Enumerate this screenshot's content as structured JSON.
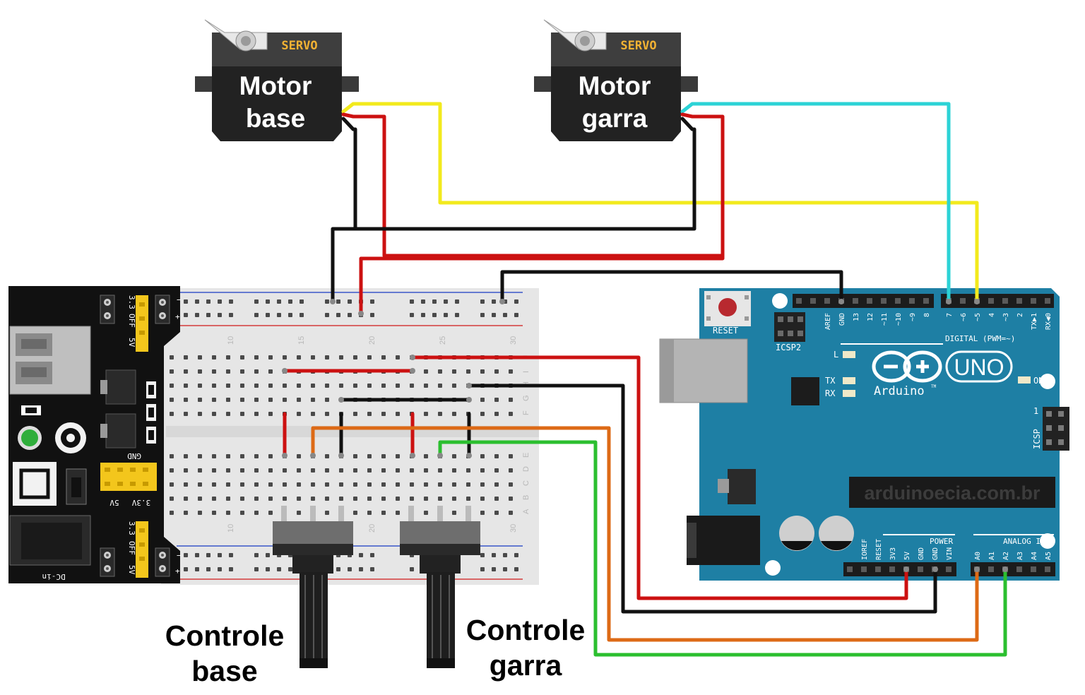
{
  "servos": {
    "base": {
      "badge": "SERVO",
      "line1": "Motor",
      "line2": "base"
    },
    "garra": {
      "badge": "SERVO",
      "line1": "Motor",
      "line2": "garra"
    }
  },
  "pots": {
    "base": {
      "line1": "Controle",
      "line2": "base"
    },
    "garra": {
      "line1": "Controle",
      "line2": "garra"
    }
  },
  "arduino": {
    "reset": "RESET",
    "icsp2": "ICSP2",
    "icsp": "ICSP",
    "icsp_pin1": "1",
    "led_l": "L",
    "led_tx": "TX",
    "led_rx": "RX",
    "led_on": "ON",
    "brand": "Arduino",
    "tm": "TM",
    "model": "UNO",
    "digital_label": "DIGITAL (PWM=~)",
    "digital_pins": [
      "AREF",
      "GND",
      "13",
      "12",
      "~11",
      "~10",
      "~9",
      "8",
      "7",
      "~6",
      "~5",
      "4",
      "~3",
      "2",
      "TX▶1",
      "RX◀0"
    ],
    "watermark": "arduinoecia.com.br",
    "power_label": "POWER",
    "power_pins": [
      "IOREF",
      "RESET",
      "3V3",
      "5V",
      "GND",
      "GND",
      "VIN"
    ],
    "analog_label": "ANALOG IN",
    "analog_pins": [
      "A0",
      "A1",
      "A2",
      "A3",
      "A4",
      "A5"
    ]
  },
  "breadboard": {
    "col_numbers": [
      "10",
      "15",
      "20",
      "25",
      "30"
    ],
    "row_letters_top": [
      "J",
      "I",
      "H",
      "G",
      "F"
    ],
    "row_letters_bottom": [
      "E",
      "D",
      "C",
      "B",
      "A"
    ]
  },
  "power_module": {
    "top_3v3": "3.3",
    "top_off": "OFF",
    "top_5v": "5V",
    "bottom_3v3": "3.3",
    "bottom_off": "OFF",
    "bottom_5v": "5V",
    "gnd": "GND",
    "label_5v": "5V",
    "label_3v3": "3.3V",
    "dc_in": "DC-in",
    "minus": "−",
    "plus": "+"
  },
  "colors": {
    "wire_red": "#cc1111",
    "wire_black": "#111111",
    "wire_yellow": "#f2ea1d",
    "wire_cyan": "#2cd3d6",
    "wire_orange": "#dd6a16",
    "wire_green": "#2bbf2f",
    "arduino_pcb": "#1e7fa4",
    "power_module_pcb": "#111111",
    "breadboard": "#e6e6e6"
  }
}
